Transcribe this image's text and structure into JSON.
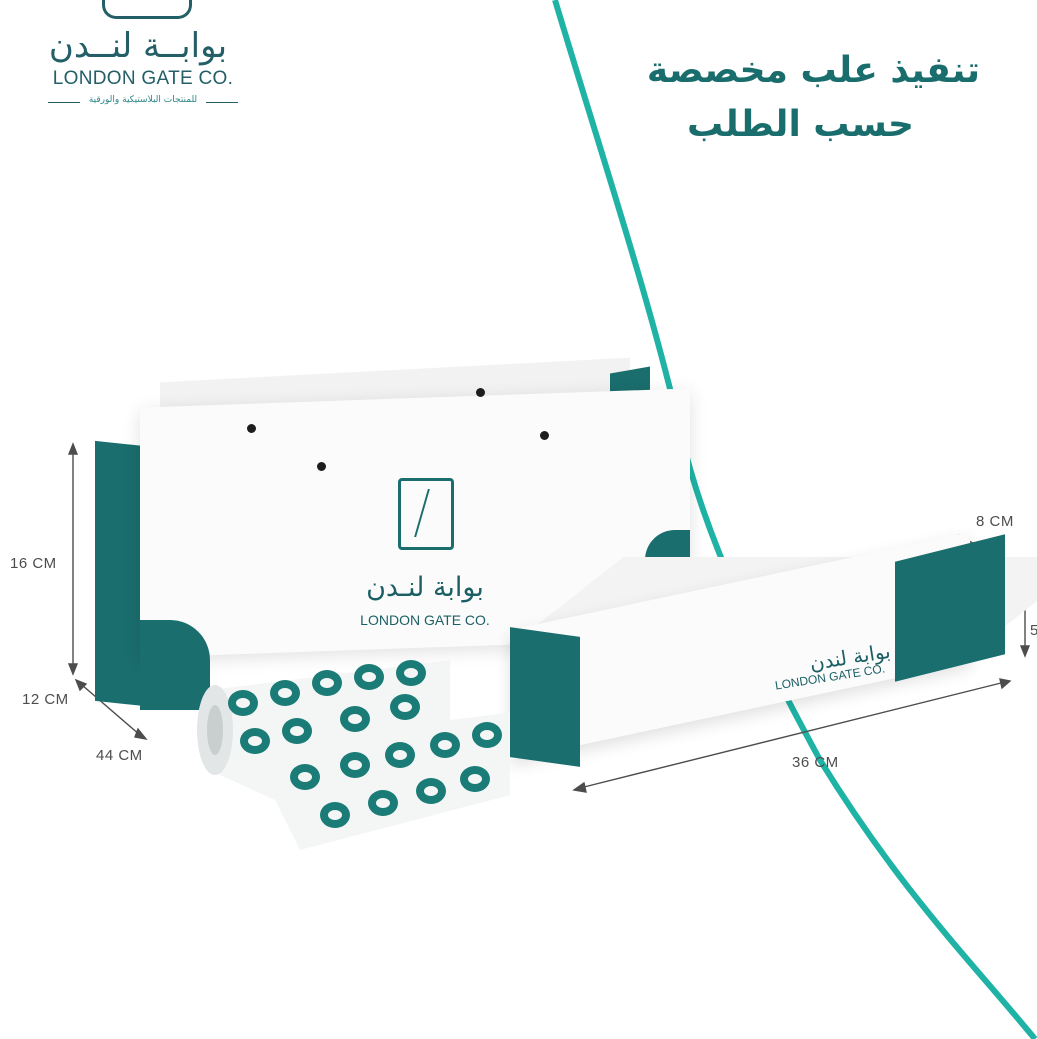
{
  "brand": {
    "name_ar": "بوابــة لنــدن",
    "name_en": "LONDON GATE CO.",
    "tagline_ar": "للمنتجات البلاستيكية والورقية"
  },
  "headline": {
    "line1": "تنفيذ علب مخصصة",
    "line2": "حسب الطلب"
  },
  "bag": {
    "name_ar": "بوابة لنـدن",
    "name_en": "LONDON GATE CO."
  },
  "box": {
    "name_ar": "بوابة لندن",
    "name_en": "LONDON GATE CO."
  },
  "dimensions": {
    "bag_height": "16 CM",
    "bag_depth": "12 CM",
    "bag_width": "44 CM",
    "box_depth": "8 CM",
    "box_height": "5",
    "box_length": "36 CM"
  },
  "colors": {
    "accent": "#1b6e6e",
    "curve": "#1fb3a6",
    "text": "#245f67"
  }
}
